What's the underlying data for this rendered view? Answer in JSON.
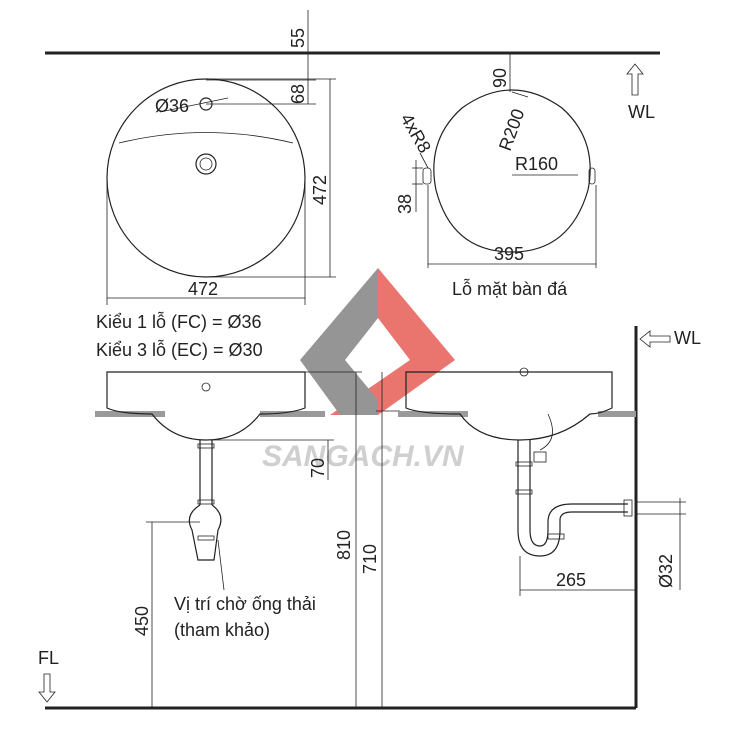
{
  "dimensions": {
    "top_offset": "55",
    "overflow_offset": "68",
    "overflow_dia": "Ø36",
    "basin_height": "472",
    "basin_width": "472",
    "cutout_depth": "90",
    "cutout_r200": "R200",
    "cutout_r160": "R160",
    "cutout_4xr8": "4xR8",
    "cutout_38": "38",
    "cutout_width": "395",
    "drain_70": "70",
    "height_810": "810",
    "height_710": "710",
    "height_450": "450",
    "trap_265": "265",
    "trap_dia": "Ø32"
  },
  "labels": {
    "wl_top": "WL",
    "wl_side": "WL",
    "fl": "FL",
    "cutout_caption": "Lỗ mặt bàn đá",
    "hole_type_1": "Kiểu 1 lỗ (FC) = Ø36",
    "hole_type_3": "Kiểu 3 lỗ (EC) = Ø30",
    "drain_note_line1": "Vị trí chờ ống thải",
    "drain_note_line2": "(tham khảo)"
  },
  "watermark": {
    "text": "SANGACH.VN",
    "colors": {
      "gray": "#8a8a8a",
      "red": "#e8665f",
      "text": "#cfcfcf"
    }
  }
}
